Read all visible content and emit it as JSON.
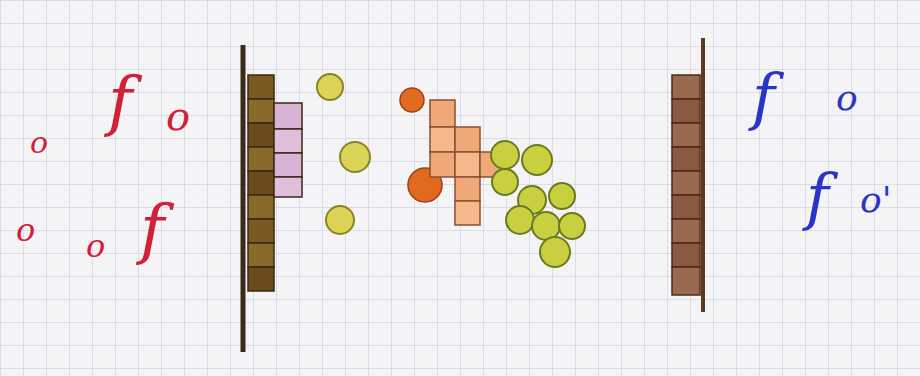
{
  "diagram": {
    "labels": [
      "o",
      "f",
      "o",
      "o",
      "o",
      "f",
      "f",
      "o",
      "f",
      "o'"
    ]
  }
}
